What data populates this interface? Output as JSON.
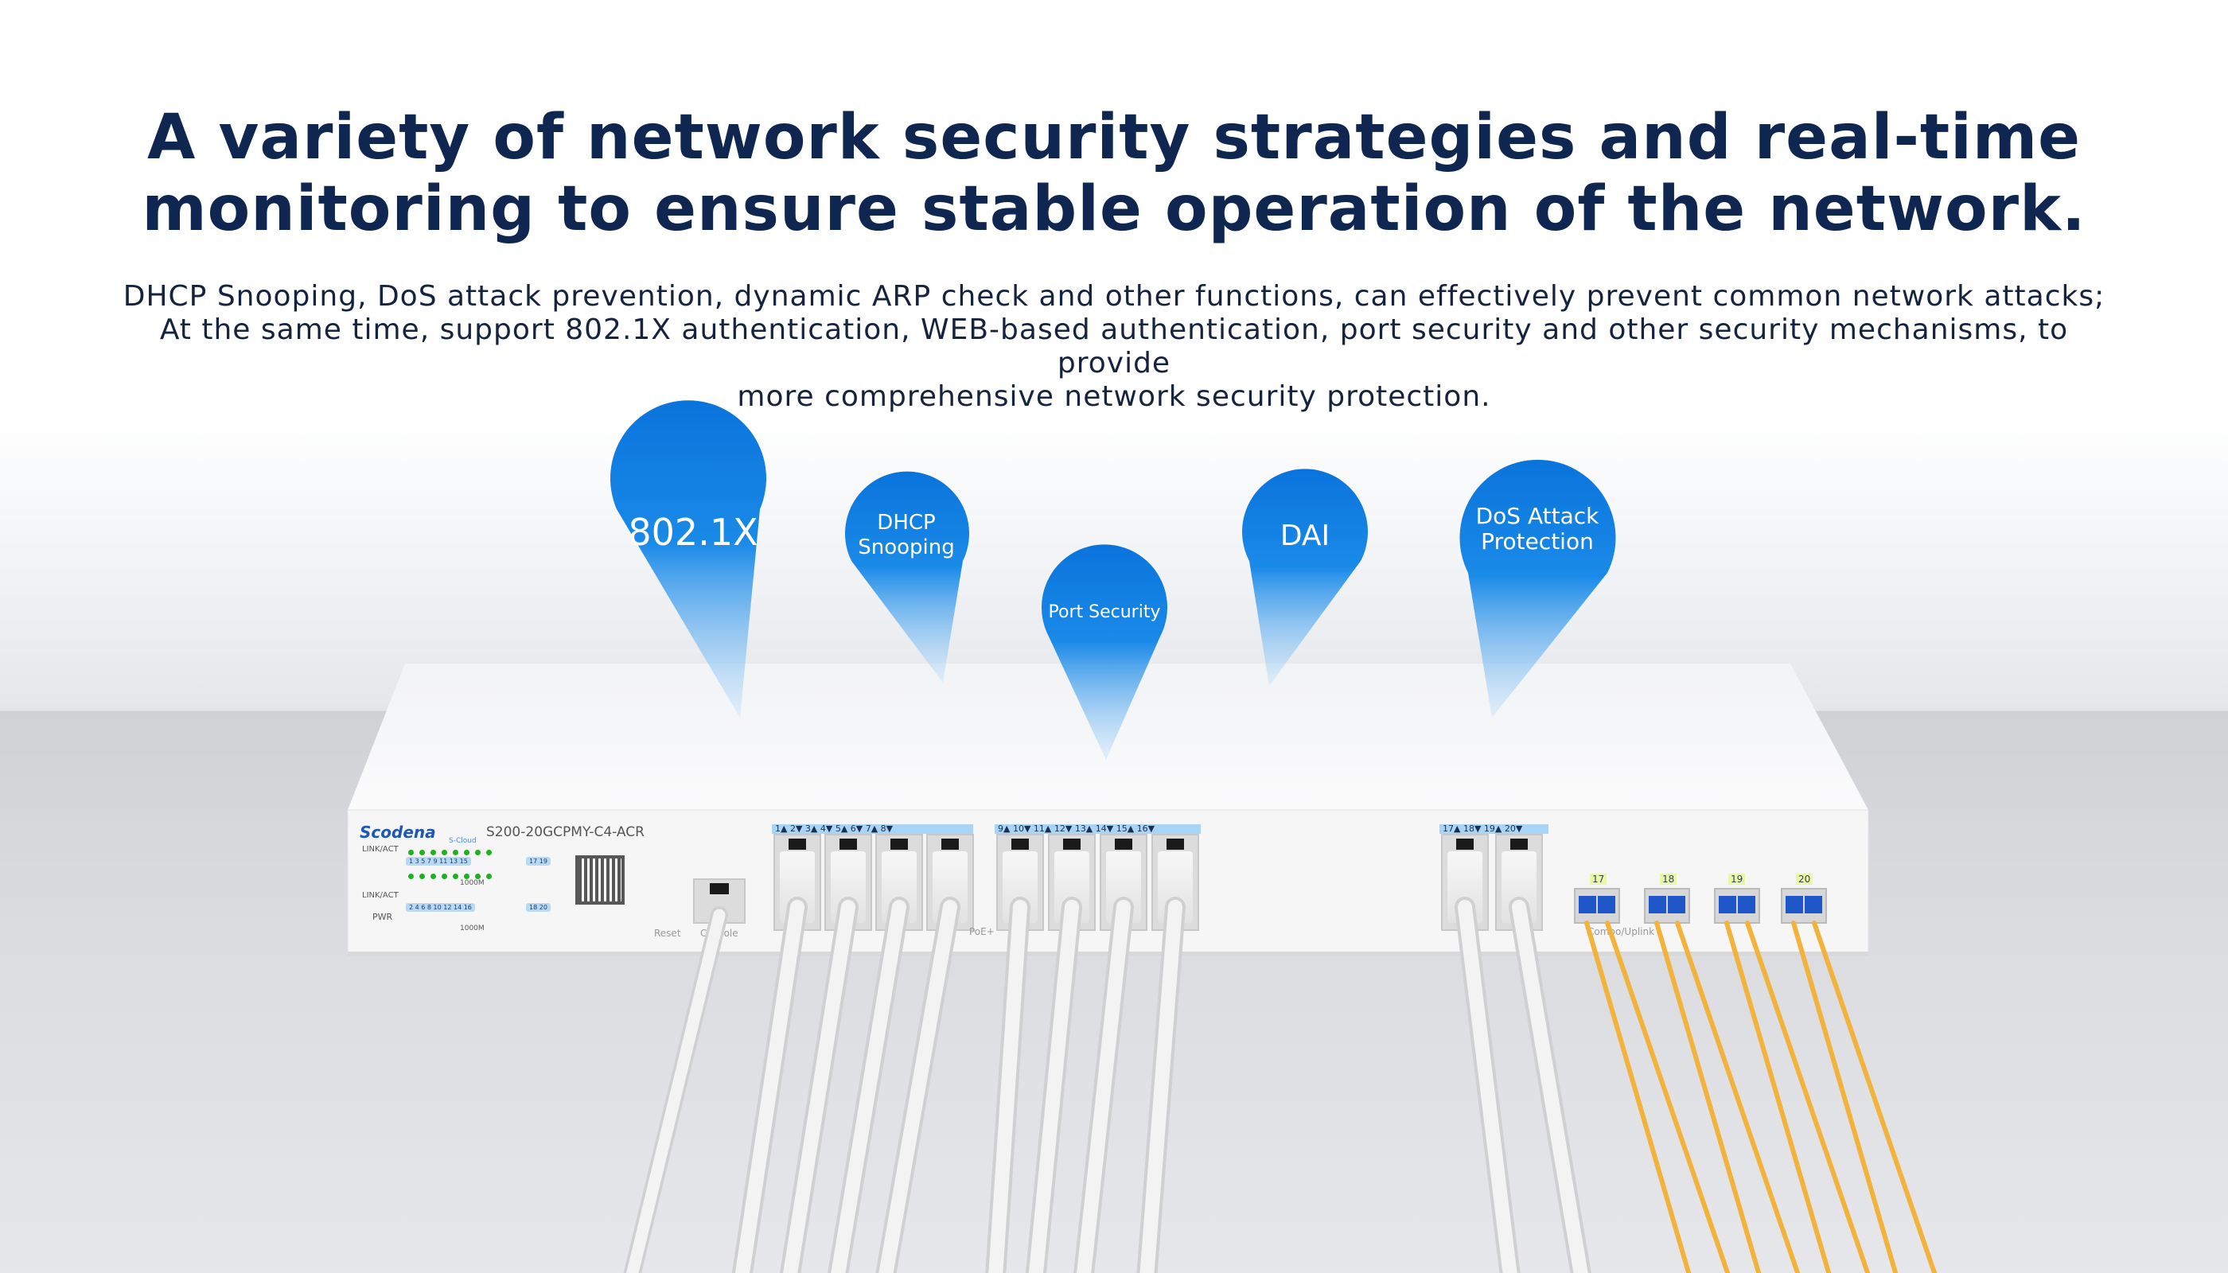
{
  "headline": {
    "line1": "A variety of network security strategies and real-time",
    "line2": "monitoring to ensure stable operation of the network."
  },
  "description": {
    "line1": "DHCP Snooping, DoS attack prevention, dynamic ARP check and other functions, can effectively prevent common network attacks;",
    "line2": "At the same time, support 802.1X authentication, WEB-based authentication, port security and other security mechanisms, to provide",
    "line3": "more comprehensive network security protection."
  },
  "pins": [
    {
      "label": "802.1X"
    },
    {
      "label1": "DHCP",
      "label2": "Snooping"
    },
    {
      "label": "Port Security"
    },
    {
      "label": "DAI"
    },
    {
      "label1": "DoS Attack",
      "label2": "Protection"
    }
  ],
  "device": {
    "brand": "Scodena",
    "cloud": "S-Cloud",
    "model": "S200-20GCPMY-C4-ACR",
    "link_act": "LINK/ACT",
    "pwr": "PWR",
    "speed": "1000M",
    "odd_ports": "1  3  5  7  9  11 13 15",
    "odd_uplinks": "17 19",
    "even_ports": "2  4  6  8  10 12 14 16",
    "even_uplinks": "18 20",
    "reset": "Reset",
    "console": "Console",
    "group1_strip": "1▲    2▼ 3▲    4▼ 5▲    6▼ 7▲    8▼",
    "group2_strip": "9▲   10▼ 11▲  12▼ 13▲  14▼ 15▲  16▼",
    "group3_strip": "17▲  18▼ 19▲  20▼",
    "poe_label": "PoE+",
    "uplink_label": "Combo/Uplink",
    "sfp_labels": [
      "17",
      "18",
      "19",
      "20"
    ]
  },
  "colors": {
    "pin": "#0a7be0",
    "title": "#0f2750",
    "fiber": "#f2b23c",
    "led": "#1db11d"
  }
}
